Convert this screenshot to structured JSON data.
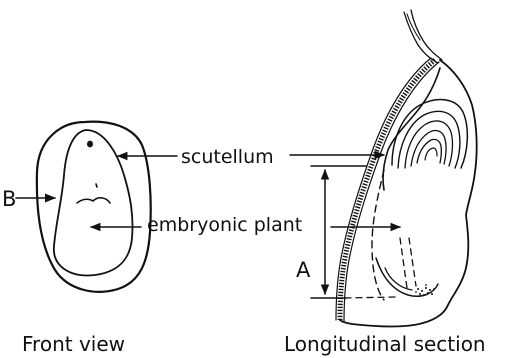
{
  "labels": {
    "scutellum": "scutellum",
    "embryonic_plant": "embryonic plant",
    "marker_a": "A",
    "marker_b": "B"
  },
  "captions": {
    "front_view": "Front view",
    "longitudinal_section": "Longitudinal section"
  }
}
